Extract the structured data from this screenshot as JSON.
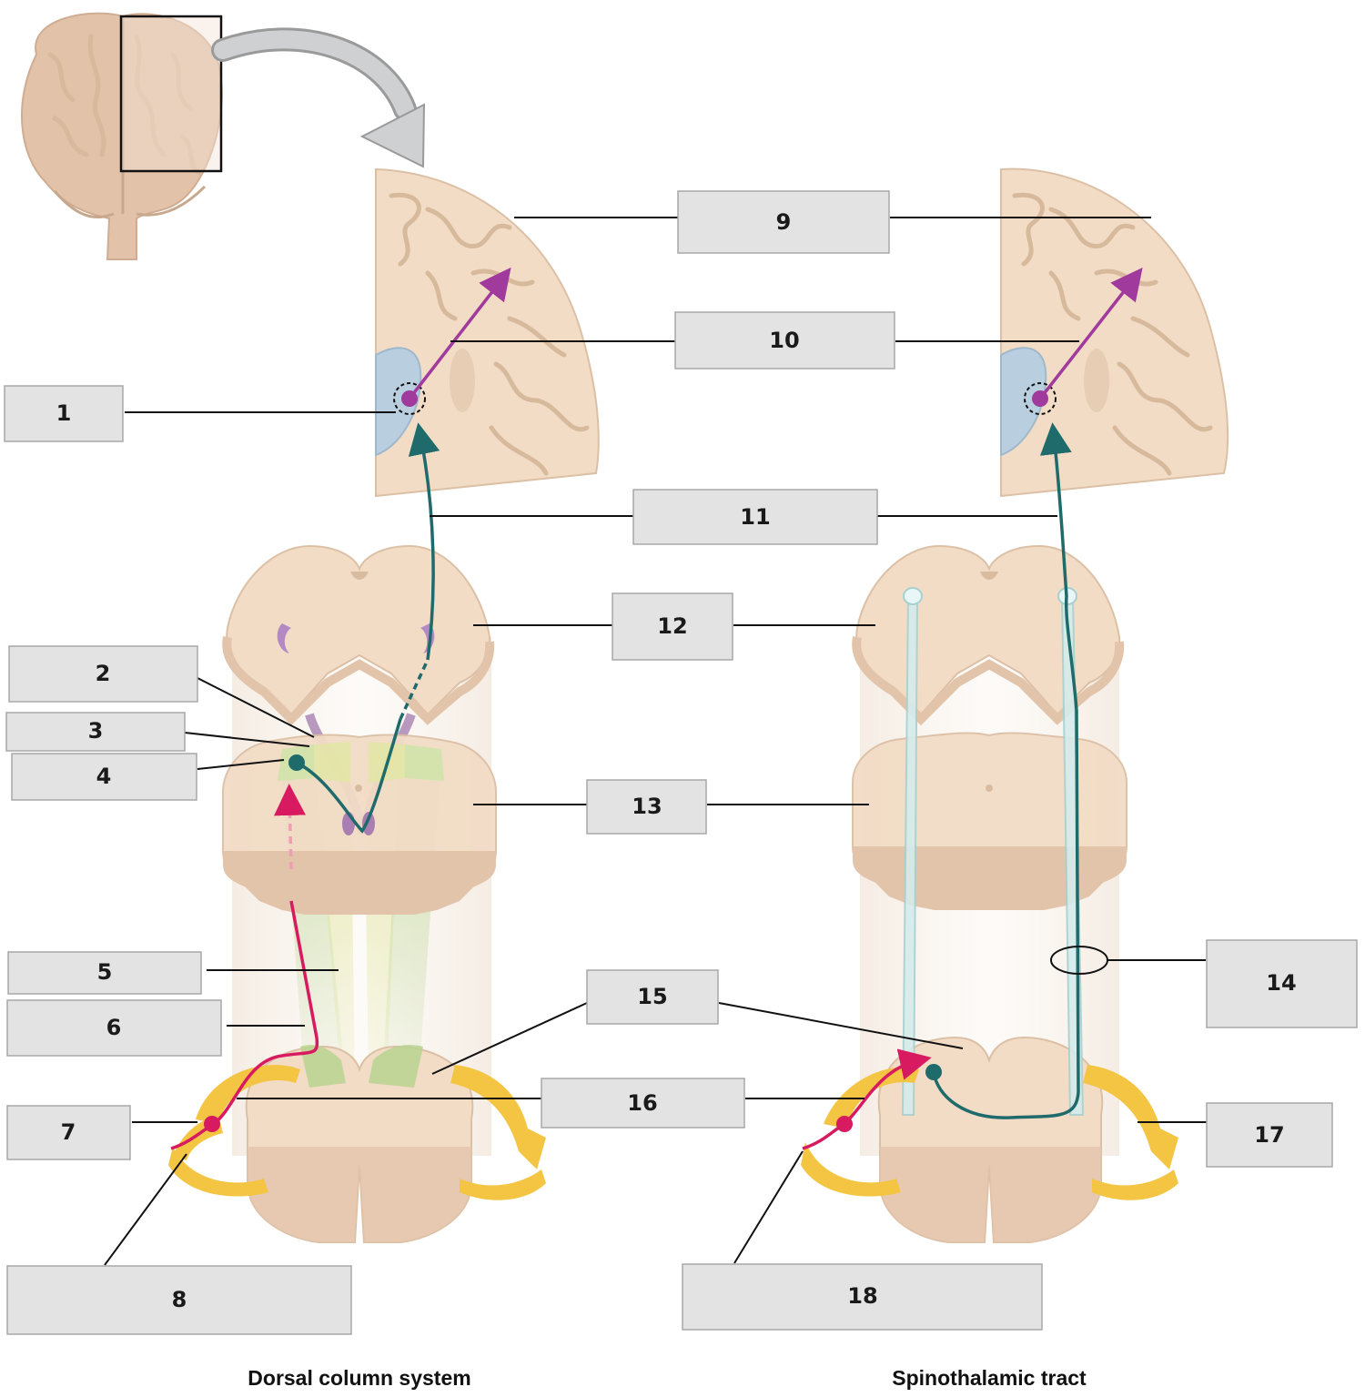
{
  "labels": [
    {
      "id": "1",
      "text": "1"
    },
    {
      "id": "2",
      "text": "2"
    },
    {
      "id": "3",
      "text": "3"
    },
    {
      "id": "4",
      "text": "4"
    },
    {
      "id": "5",
      "text": "5"
    },
    {
      "id": "6",
      "text": "6"
    },
    {
      "id": "7",
      "text": "7"
    },
    {
      "id": "8",
      "text": "8"
    },
    {
      "id": "9",
      "text": "9"
    },
    {
      "id": "10",
      "text": "10"
    },
    {
      "id": "11",
      "text": "11"
    },
    {
      "id": "12",
      "text": "12"
    },
    {
      "id": "13",
      "text": "13"
    },
    {
      "id": "14",
      "text": "14"
    },
    {
      "id": "15",
      "text": "15"
    },
    {
      "id": "16",
      "text": "16"
    },
    {
      "id": "17",
      "text": "17"
    },
    {
      "id": "18",
      "text": "18"
    }
  ],
  "captions": {
    "left": "Dorsal column system",
    "right": "Spinothalamic tract"
  },
  "colors": {
    "label_fill": "#e3e3e3",
    "tissue": "#f2dcc6",
    "first_order_neuron": "#d81b60",
    "second_order_neuron": "#1f6b6b",
    "third_order_neuron": "#a03a9c",
    "nerve": "#f4c542",
    "thalamus": "#b9cfe0",
    "fasciculus_gracilis": "#dfe39a",
    "fasciculus_cuneatus": "#b9d48f",
    "spinothalamic_tract": "#d5ecec"
  }
}
